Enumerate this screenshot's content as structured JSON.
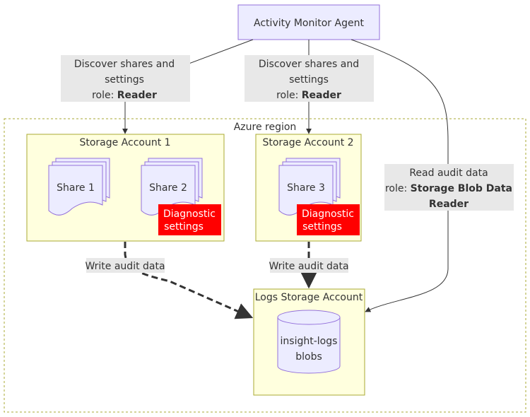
{
  "nodes": {
    "agent": {
      "label": "Activity Monitor Agent"
    },
    "region": {
      "label": "Azure region"
    },
    "storage1": {
      "label": "Storage Account 1"
    },
    "storage2": {
      "label": "Storage Account 2"
    },
    "logs_storage": {
      "label": "Logs Storage Account"
    },
    "share1": {
      "label": "Share 1"
    },
    "share2": {
      "label": "Share 2"
    },
    "share3": {
      "label": "Share 3"
    },
    "diag1": {
      "line1": "Diagnostic",
      "line2": "settings"
    },
    "diag2": {
      "line1": "Diagnostic",
      "line2": "settings"
    },
    "blobs": {
      "line1": "insight-logs",
      "line2": "blobs"
    }
  },
  "edges": {
    "discover1": {
      "line1": "Discover shares and",
      "line2": "settings",
      "role_prefix": "role: ",
      "role": "Reader"
    },
    "discover2": {
      "line1": "Discover shares and",
      "line2": "settings",
      "role_prefix": "role: ",
      "role": "Reader"
    },
    "read_audit": {
      "line1": "Read audit data",
      "role_prefix": "role: ",
      "role_line1": "Storage Blob Data",
      "role_line2": "Reader"
    },
    "write1": {
      "label": "Write audit data"
    },
    "write2": {
      "label": "Write audit data"
    }
  },
  "colors": {
    "node_fill": "#ECECFF",
    "node_stroke": "#9370DB",
    "cluster_fill": "#FFFFDE",
    "cluster_stroke": "#AAAA33",
    "diag_fill": "#FF0000",
    "edge_label_bg": "#E8E8E8",
    "line": "#333333"
  }
}
